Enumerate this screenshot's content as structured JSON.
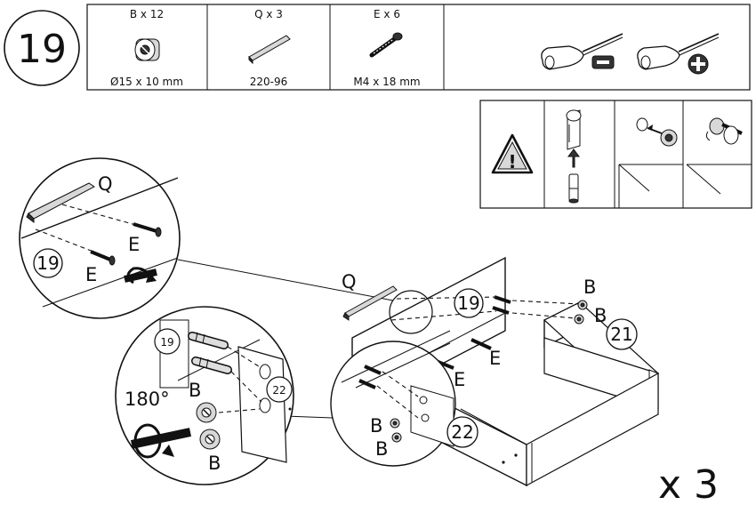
{
  "step": {
    "number": "19"
  },
  "parts": [
    {
      "id": "B",
      "qty_label": "B x 12",
      "spec": "Ø15 x 10 mm",
      "icon": "cam-lock-icon"
    },
    {
      "id": "Q",
      "qty_label": "Q x 3",
      "spec": "220-96",
      "icon": "handle-bar-icon"
    },
    {
      "id": "E",
      "qty_label": "E x 6",
      "spec": "M4 x 18 mm",
      "icon": "screw-icon"
    }
  ],
  "tools": [
    {
      "name": "flat-screwdriver-icon",
      "tip": "−"
    },
    {
      "name": "phillips-screwdriver-icon",
      "tip": "+"
    }
  ],
  "warning": {
    "icon": "warning-triangle-icon",
    "mark": "!"
  },
  "labels": {
    "q": "Q",
    "e": "E",
    "b": "B",
    "ref19": "19",
    "ref21": "21",
    "ref22": "22",
    "rotation": "180°",
    "multiplier": "x 3"
  }
}
